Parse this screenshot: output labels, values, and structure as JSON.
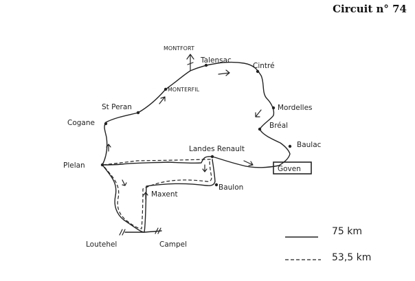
{
  "title": "Circuit n° 74",
  "places": {
    "montfort": "MONTFORT",
    "talensac": "Talensac",
    "cintre": "Cintré",
    "monterfil": "MONTERFIL",
    "st_peran": "St Peran",
    "mordelles": "Mordelles",
    "breal": "Bréal",
    "baulac": "Baulac",
    "cogane": "Cogane",
    "landes_renault": "Landes Renault",
    "goven": "Goven",
    "plelan": "Plelan",
    "baulon": "Baulon",
    "maxent": "Maxent",
    "loutehel": "Loutehel",
    "campel": "Campel"
  },
  "legend": {
    "solid_label": "75 km",
    "dashed_label": "53,5 km"
  },
  "colors": {
    "ink": "#222222",
    "background": "#ffffff"
  }
}
